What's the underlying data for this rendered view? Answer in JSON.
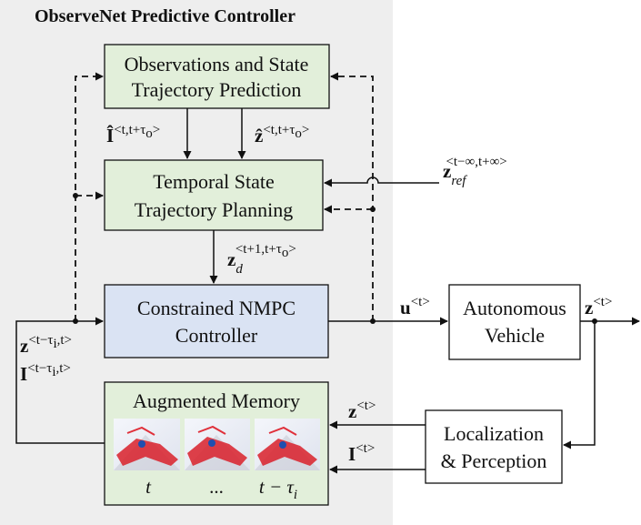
{
  "controller": {
    "title": "ObserveNet Predictive Controller"
  },
  "blocks": {
    "prediction": {
      "line1": "Observations and State",
      "line2": "Trajectory Prediction"
    },
    "planning": {
      "line1": "Temporal State",
      "line2": "Trajectory Planning"
    },
    "nmpc": {
      "line1": "Constrained NMPC",
      "line2": "Controller"
    },
    "vehicle": {
      "line1": "Autonomous",
      "line2": "Vehicle"
    },
    "localization": {
      "line1": "Localization",
      "line2": "& Perception"
    },
    "memory": {
      "title": "Augmented Memory",
      "captions": [
        "t",
        "...",
        "t − τ"
      ],
      "caption_sub": "i"
    }
  },
  "signals": {
    "I_hat": {
      "base": "Î",
      "sup": "<t,t+τ",
      "sup_sub": "o",
      "sup_end": ">"
    },
    "z_hat": {
      "base": "ẑ",
      "sup": "<t,t+τ",
      "sup_sub": "o",
      "sup_end": ">"
    },
    "z_ref": {
      "base": "z",
      "sub": "ref",
      "sup": "<t−∞,t+∞>"
    },
    "z_d": {
      "base": "z",
      "sub": "d",
      "sup": "<t+1,t+τ",
      "sup_sub": "o",
      "sup_end": ">"
    },
    "u": {
      "base": "u",
      "sup": "<t>"
    },
    "z_out": {
      "base": "z",
      "sup": "<t>"
    },
    "z_hist": {
      "base": "z",
      "sup": "<t−τ",
      "sup_sub": "i",
      "sup_end": ",t>"
    },
    "I_hist": {
      "base": "I",
      "sup": "<t−τ",
      "sup_sub": "i",
      "sup_end": ",t>"
    },
    "z_mem": {
      "base": "z",
      "sup": "<t>"
    },
    "I_mem": {
      "base": "I",
      "sup": "<t>"
    }
  },
  "colors": {
    "controller_bg": "#eeeeee",
    "green_block": "#e2efda",
    "blue_block": "#dae3f3",
    "white_block": "#ffffff",
    "stroke": "#111111"
  }
}
